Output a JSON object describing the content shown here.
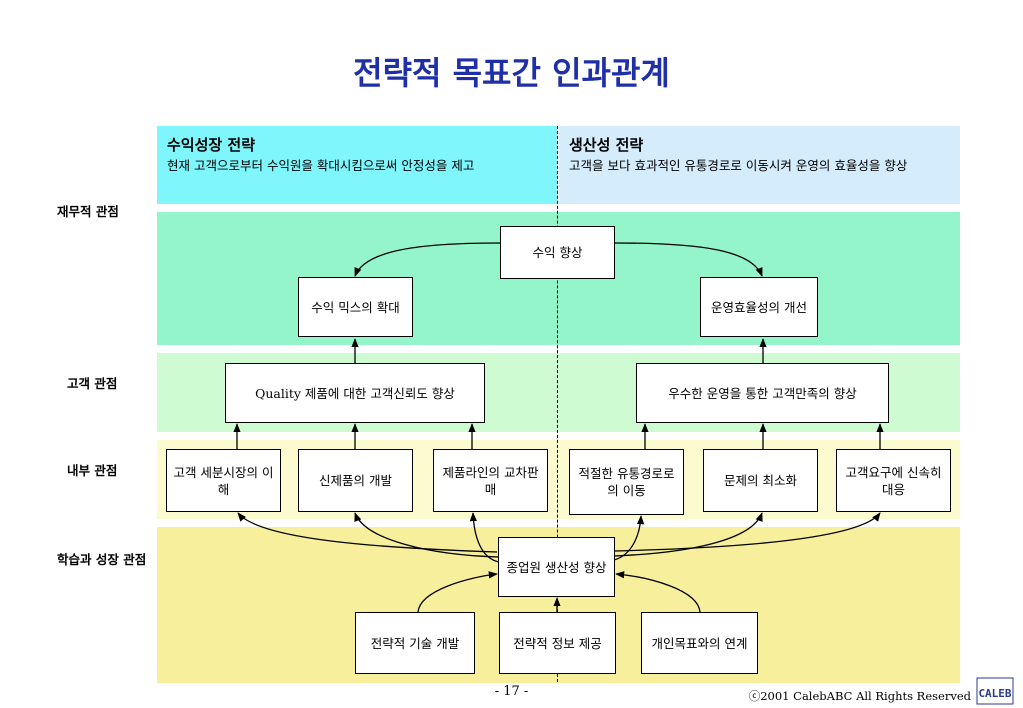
{
  "title": "전략적 목표간 인과관계",
  "strategies": {
    "left": {
      "heading": "수익성장 전략",
      "description": "현재 고객으로부터 수익원을 확대시킴으로써 안정성을 제고",
      "color": "#7ff6fb"
    },
    "right": {
      "heading": "생산성 전략",
      "description": "고객을 보다 효과적인 유통경로로 이동시켜 운영의 효율성을 향상",
      "color": "#d4ecfb"
    }
  },
  "perspectives": {
    "financial": {
      "label": "재무적 관점",
      "color": "#93f5c9"
    },
    "customer": {
      "label": "고객 관점",
      "color": "#cffbd2"
    },
    "internal": {
      "label": "내부 관점",
      "color": "#fbfbcf"
    },
    "learning": {
      "label": "학습과 성장 관점",
      "color": "#f7ef9c"
    }
  },
  "boxes": {
    "revenue_growth": "수익 향상",
    "revenue_mix": "수익 믹스의 확대",
    "operating_efficiency": "운영효율성의 개선",
    "quality_trust": "Quality 제품에 대한 고객신뢰도 향상",
    "operations_satisfaction": "우수한 운영을 통한 고객만족의 향상",
    "segment_understanding": "고객 세분시장의 이해",
    "new_product": "신제품의 개발",
    "cross_selling": "제품라인의 교차판매",
    "channel_shift": "적절한 유통경로로의 이동",
    "minimize_problems": "문제의 최소화",
    "rapid_response": "고객요구에 신속히 대응",
    "employee_productivity": "종업원 생산성 향상",
    "tech_skills": "전략적 기술 개발",
    "info_provision": "전략적 정보 제공",
    "goal_alignment": "개인목표와의 연계"
  },
  "footer": {
    "page_number": "- 17 -",
    "copyright": "ⓒ2001  CalebABC All Rights Reserved",
    "logo_text": "CALEB"
  },
  "colors": {
    "title": "#1f2fa8",
    "logo": "#2b3a8c"
  }
}
